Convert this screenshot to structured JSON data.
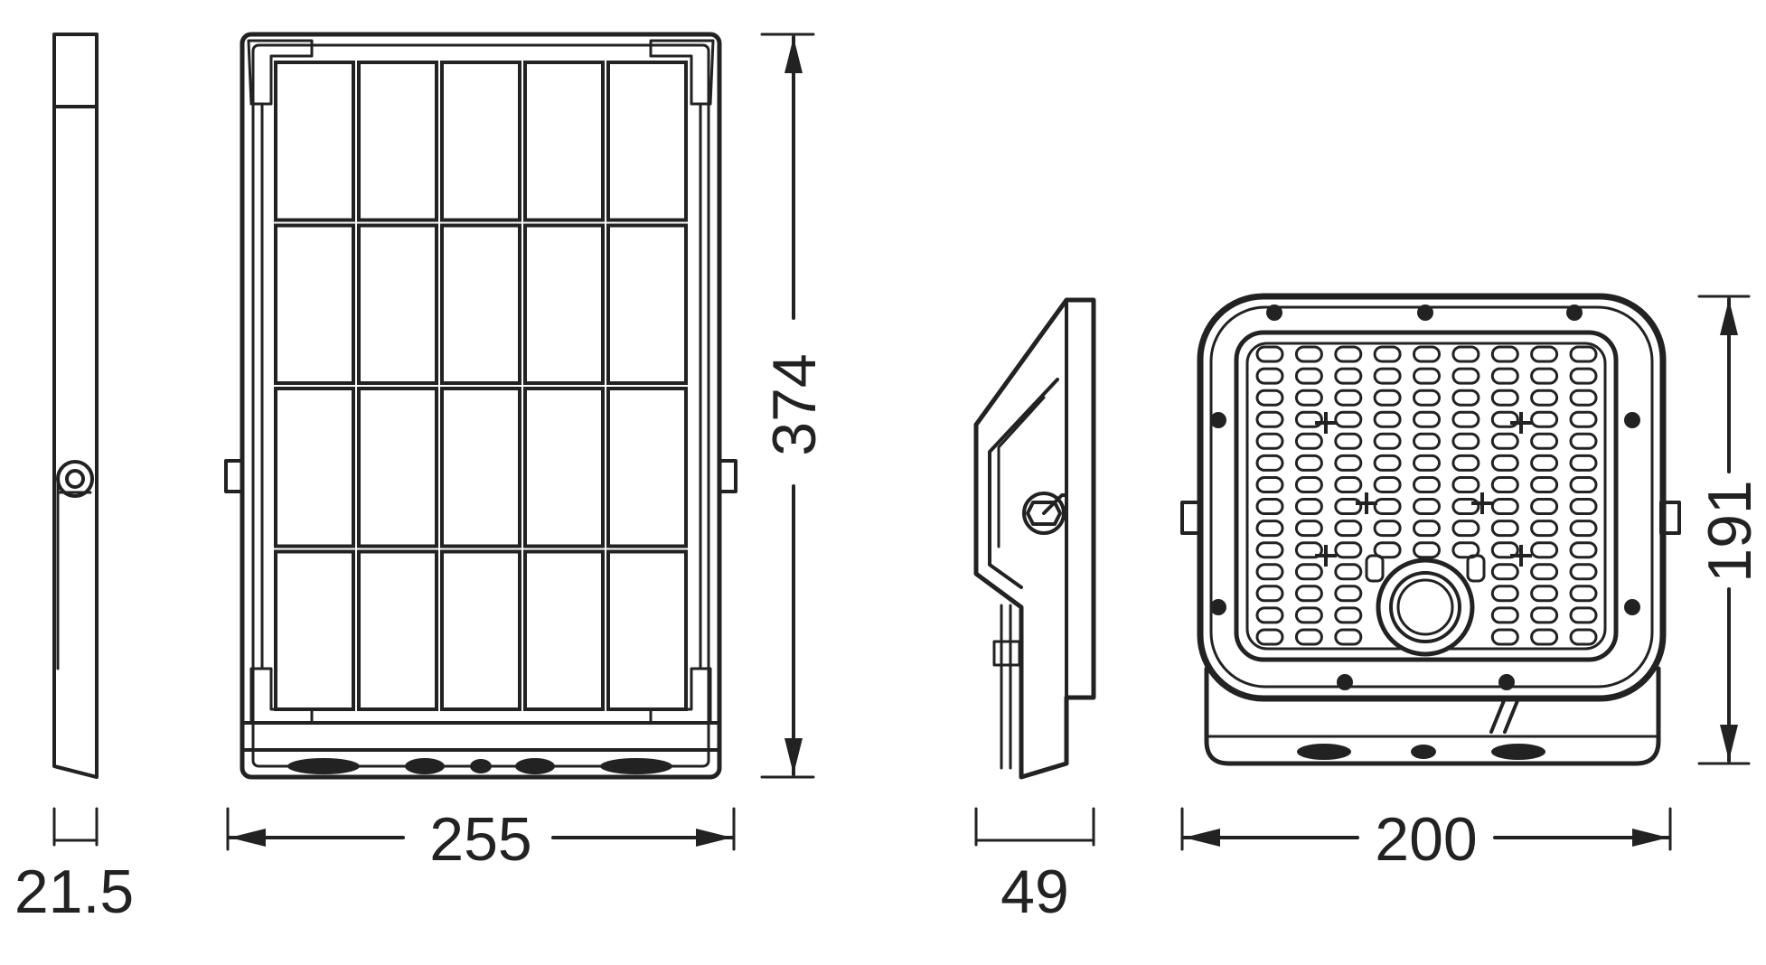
{
  "diagram": {
    "dimensions": {
      "panel_thickness": "21.5",
      "panel_width": "255",
      "panel_height": "374",
      "lamp_depth": "49",
      "lamp_width": "200",
      "lamp_height": "191"
    },
    "led_grid": {
      "columns": 9,
      "rows": 14
    },
    "solar_cells": {
      "columns": 5,
      "rows": 4
    }
  }
}
